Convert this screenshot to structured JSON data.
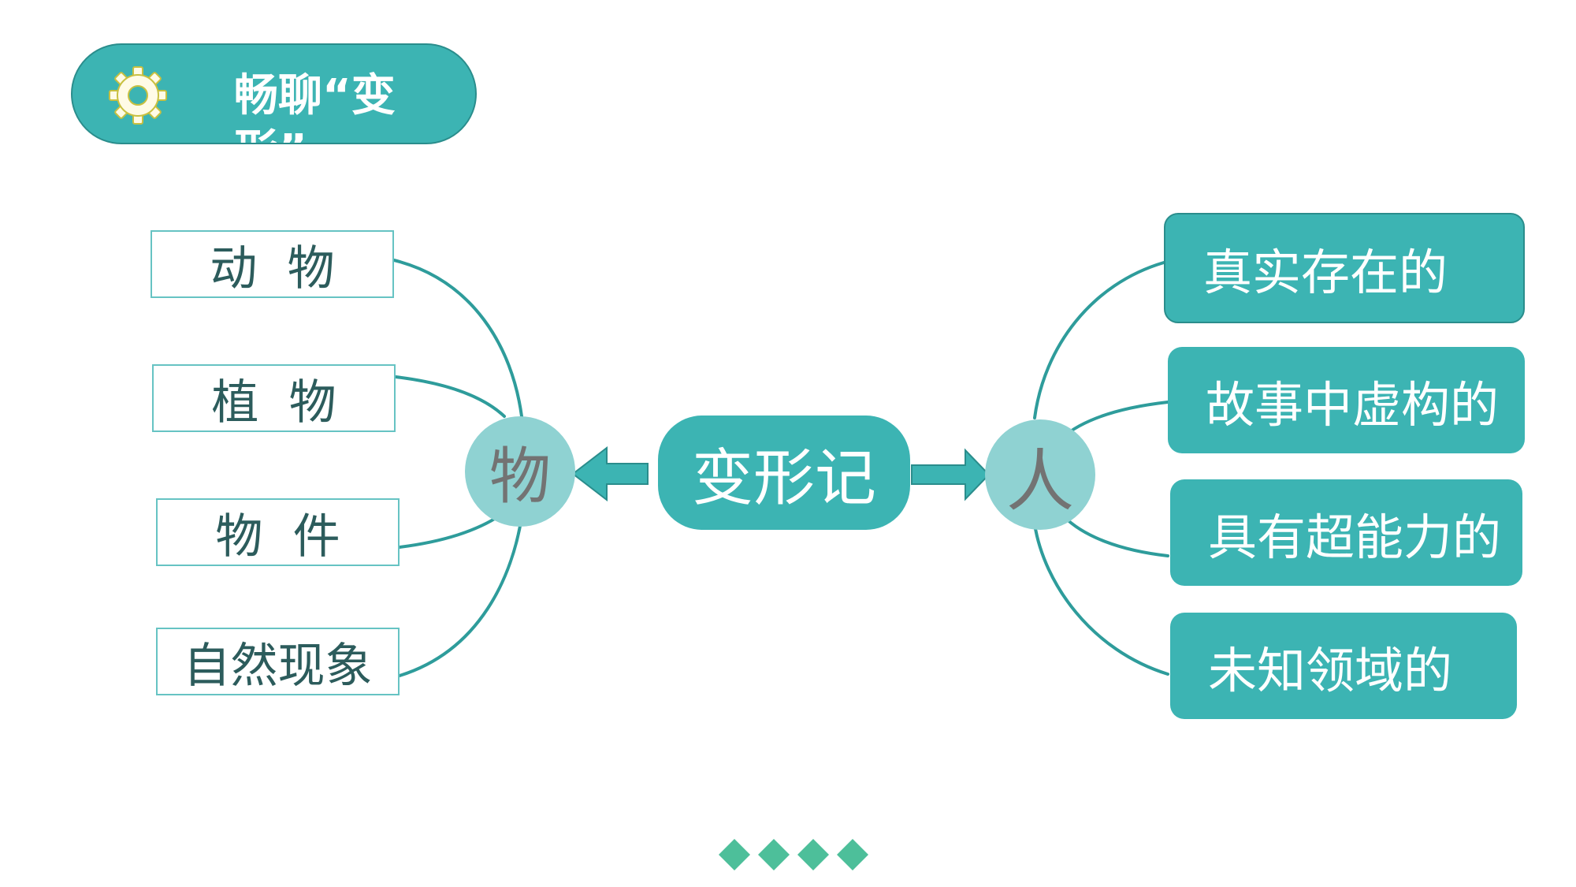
{
  "title": {
    "text": "畅聊“变形”",
    "gear_icon": "gear-icon"
  },
  "center": {
    "label": "变形记"
  },
  "hubs": {
    "left": "物",
    "right": "人"
  },
  "left_items": [
    "动  物",
    "植  物",
    "物  件",
    "自然现象"
  ],
  "right_items": [
    "真实存在的",
    "故事中虚构的",
    "具有超能力的",
    "未知领域的"
  ],
  "colors": {
    "teal": "#3cb4b3",
    "teal_dark": "#2a8d8c",
    "hub": "#8fd2d2",
    "box_border": "#66c3c3",
    "diamond": "#4dbf9a"
  }
}
